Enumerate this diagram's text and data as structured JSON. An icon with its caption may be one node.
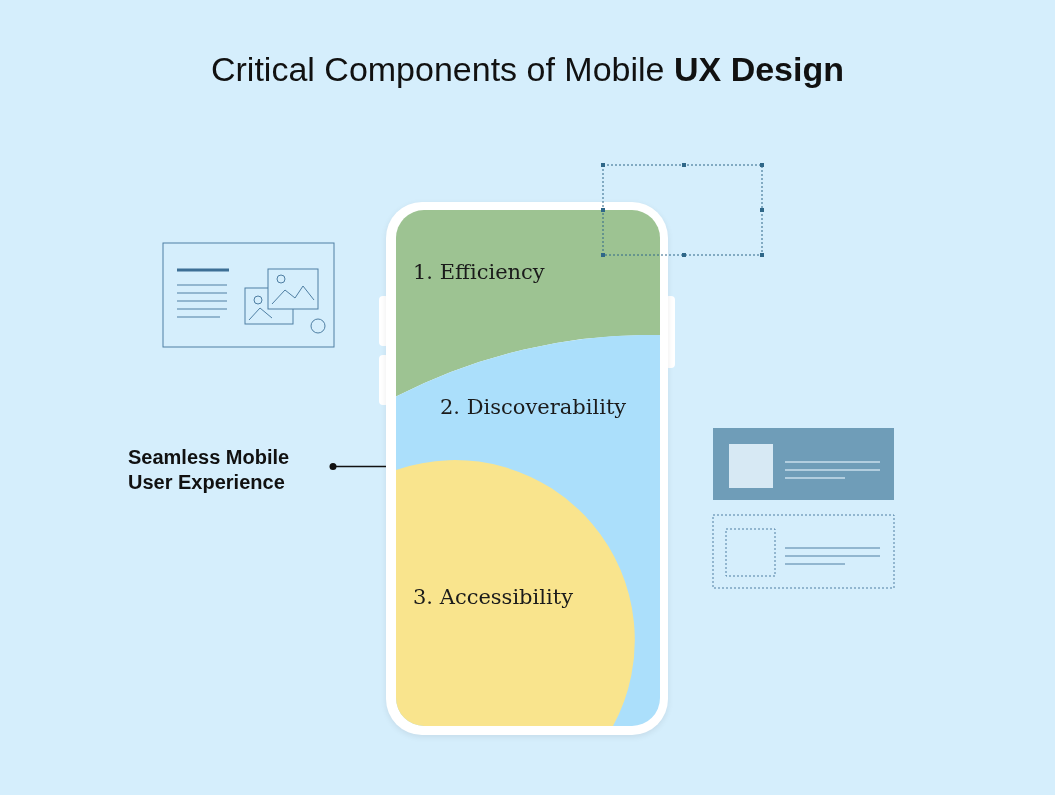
{
  "diagram": {
    "title": "Critical Components of Mobile **UX Design**",
    "nodes": [
      {
        "text": [],
        "shape": "box"
      },
      {
        "text": [
          "1. Efficiency"
        ],
        "in": 0
      },
      {
        "text": [
          "2. Discoverability"
        ],
        "in": 0
      },
      {
        "text": [
          "3. Accessibility"
        ],
        "in": 2
      },
      {
        "text": [
          "Seamless Mobile User Experience"
        ]
      }
    ],
    "edges": [
      {
        "from": 4,
        "to": 0,
        "arrow": "other"
      }
    ]
  }
}
